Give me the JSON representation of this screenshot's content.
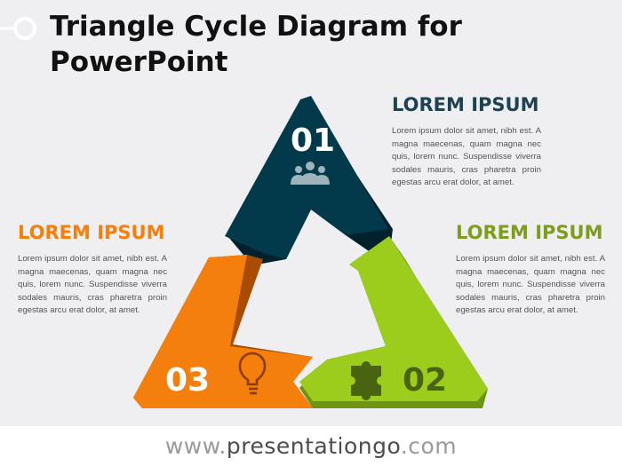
{
  "title": "Triangle Cycle Diagram for PowerPoint",
  "colors": {
    "step1": "#02394b",
    "step2": "#9ccd1d",
    "step3": "#f57f0c",
    "background": "#efeef0"
  },
  "steps": [
    {
      "number": "01",
      "icon": "people-group-icon"
    },
    {
      "number": "02",
      "icon": "puzzle-piece-icon"
    },
    {
      "number": "03",
      "icon": "lightbulb-icon"
    }
  ],
  "blocks": [
    {
      "heading": "LOREM IPSUM",
      "text": "Lorem ipsum dolor sit amet, nibh est. A magna maecenas, quam magna nec quis, lorem nunc. Suspendisse viverra sodales mauris, cras pharetra proin egestas arcu erat dolor, at amet."
    },
    {
      "heading": "LOREM IPSUM",
      "text": "Lorem ipsum dolor sit amet, nibh est. A magna maecenas, quam magna nec quis, lorem nunc. Suspendisse viverra sodales mauris, cras pharetra proin egestas arcu erat dolor, at amet."
    },
    {
      "heading": "LOREM IPSUM",
      "text": "Lorem ipsum dolor sit amet, nibh est. A magna maecenas, quam magna nec quis, lorem nunc. Suspendisse viverra sodales mauris, cras pharetra proin egestas arcu erat dolor, at amet."
    }
  ],
  "footer": {
    "prefix": "www.",
    "domain": "presentationgo",
    "suffix": ".com"
  }
}
